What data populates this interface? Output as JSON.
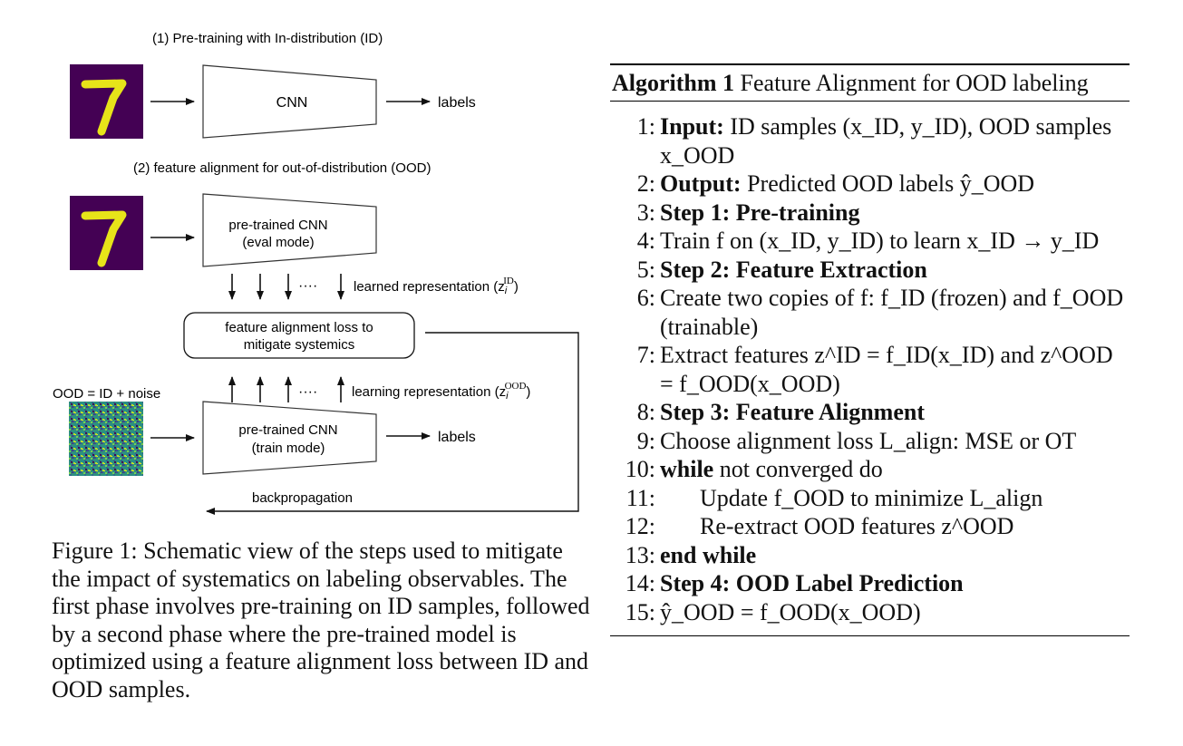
{
  "figure": {
    "phase1_label": "(1) Pre-training with In-distribution (ID)",
    "phase2_label": "(2) feature alignment for out-of-distribution (OOD)",
    "cnn_label": "CNN",
    "labels_text": "labels",
    "pretrained_eval_line1": "pre-trained CNN",
    "pretrained_eval_line2": "(eval mode)",
    "learned_rep": "learned representation (z",
    "learned_rep_sup": "ID",
    "loss_line1": "feature alignment loss to",
    "loss_line2": "mitigate systemics",
    "ood_eq": "OOD = ID + noise",
    "learning_rep": "learning representation (z",
    "learning_rep_sup": "OOD",
    "pretrained_train_line1": "pre-trained CNN",
    "pretrained_train_line2": "(train mode)",
    "labels_text_2": "labels",
    "backprop": "backpropagation",
    "dots": "····",
    "subscript_i": "i",
    "close_paren": ")"
  },
  "caption": "Figure 1: Schematic view of the steps used to mitigate the impact of systematics on labeling observables. The first phase involves pre-training on ID samples, followed by a second phase where the pre-trained model is optimized using a feature alignment loss between ID and OOD samples.",
  "algorithm": {
    "title_bold": "Algorithm 1",
    "title_rest": "Feature Alignment for OOD labeling",
    "lines": [
      {
        "n": "1:",
        "bold": "Input:",
        "text": "ID samples (x_ID, y_ID), OOD samples x_OOD"
      },
      {
        "n": "2:",
        "bold": "Output:",
        "text": "Predicted OOD labels ŷ_OOD"
      },
      {
        "n": "3:",
        "bold": "Step 1: Pre-training",
        "text": ""
      },
      {
        "n": "4:",
        "bold": "",
        "text": "Train f on (x_ID, y_ID) to learn x_ID → y_ID"
      },
      {
        "n": "5:",
        "bold": "Step 2: Feature Extraction",
        "text": ""
      },
      {
        "n": "6:",
        "bold": "",
        "text": "Create two copies of f: f_ID (frozen) and f_OOD (trainable)"
      },
      {
        "n": "7:",
        "bold": "",
        "text": "Extract features z^ID = f_ID(x_ID) and z^OOD = f_OOD(x_OOD)"
      },
      {
        "n": "8:",
        "bold": "Step 3: Feature Alignment",
        "text": ""
      },
      {
        "n": "9:",
        "bold": "",
        "text": "Choose alignment loss L_align: MSE or OT"
      },
      {
        "n": "10:",
        "bold": "while",
        "text": "not converged do"
      },
      {
        "n": "11:",
        "bold": "",
        "text": "Update f_OOD to minimize L_align"
      },
      {
        "n": "12:",
        "bold": "",
        "text": "Re-extract OOD features z^OOD"
      },
      {
        "n": "13:",
        "bold": "end while",
        "text": ""
      },
      {
        "n": "14:",
        "bold": "Step 4: OOD Label Prediction",
        "text": ""
      },
      {
        "n": "15:",
        "bold": "",
        "text": "ŷ_OOD = f_OOD(x_OOD)"
      }
    ]
  }
}
